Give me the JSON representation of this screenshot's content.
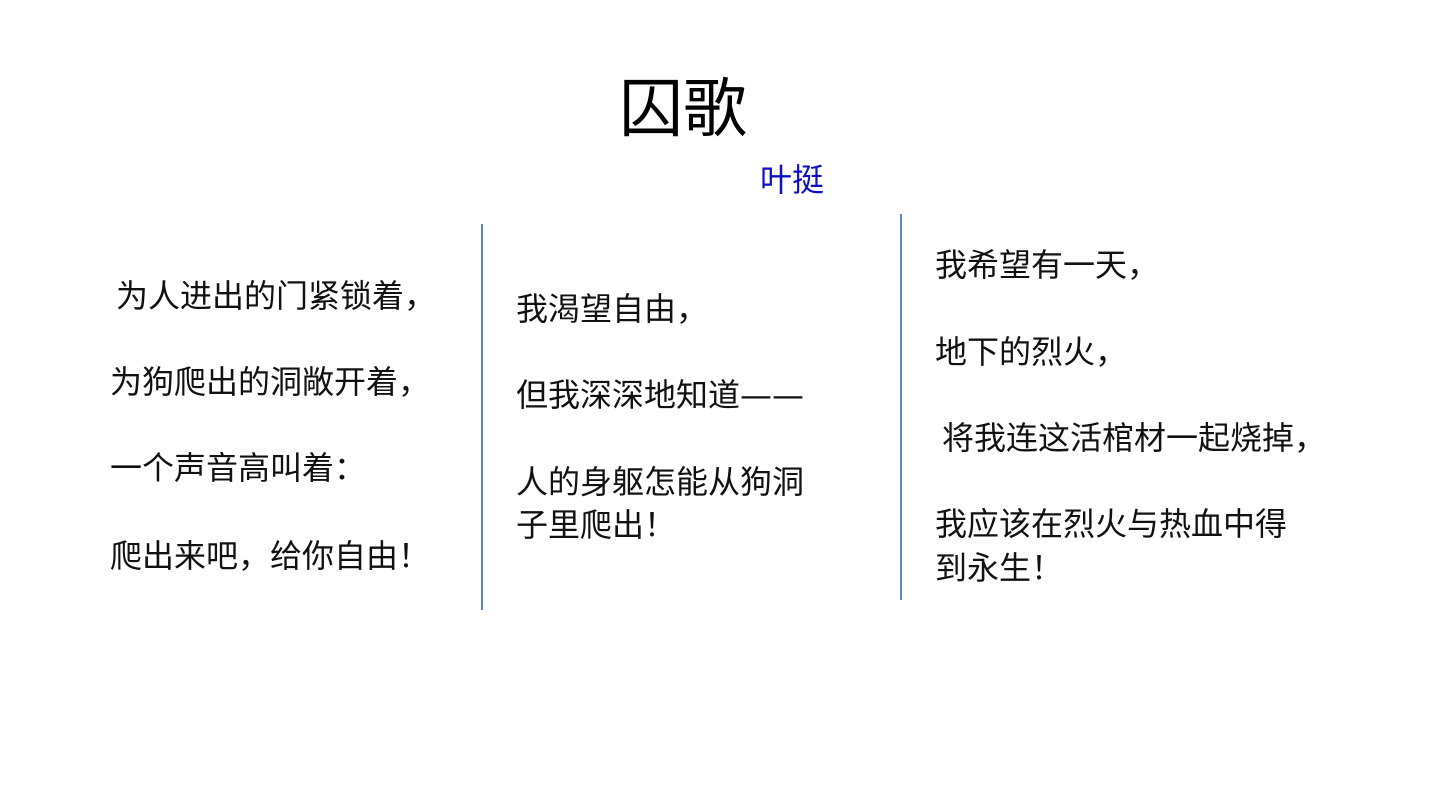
{
  "poem": {
    "title": "囚歌",
    "author": "叶挺",
    "stanza1": {
      "line1": "为人进出的门紧锁着，",
      "line2": "为狗爬出的洞敞开着，",
      "line3": "一个声音高叫着：",
      "line4": "爬出来吧，给你自由！"
    },
    "stanza2": {
      "line1": "我渴望自由，",
      "line2": "但我深深地知道——",
      "line3a": "人的身躯怎能从狗洞",
      "line3b": "子里爬出！"
    },
    "stanza3": {
      "line1": "我希望有一天，",
      "line2": "地下的烈火，",
      "line3": "将我连这活棺材一起烧掉，",
      "line4a": "我应该在烈火与热血中得",
      "line4b": "到永生！"
    }
  },
  "colors": {
    "title": "#000000",
    "author": "#0b10c4",
    "divider": "#5b89c7"
  }
}
